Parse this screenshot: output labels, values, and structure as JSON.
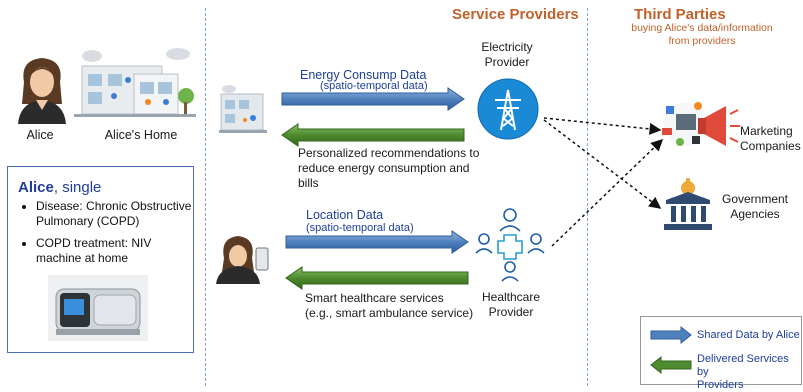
{
  "headers": {
    "service_providers": "Service Providers",
    "third_parties": "Third Parties",
    "third_parties_sub_1": "buying Alice's data/information",
    "third_parties_sub_2": "from providers"
  },
  "alice": {
    "name_label": "Alice",
    "home_label": "Alice's Home",
    "card_name": "Alice",
    "card_status": ", single",
    "bullets": [
      "Disease: Chronic Obstructive Pulmonary (COPD)",
      "COPD treatment: NIV machine at home"
    ]
  },
  "flows": {
    "energy_data": "Energy Consump Data",
    "energy_data_sub": "(spatio-temporal data)",
    "energy_service_1": "Personalized recommendations to",
    "energy_service_2": "reduce energy consumption and bills",
    "location_data": "Location Data",
    "location_data_sub": "(spatio-temporal data)",
    "health_service_1": "Smart healthcare services",
    "health_service_2": "(e.g., smart ambulance service)"
  },
  "providers": {
    "electricity_1": "Electricity",
    "electricity_2": "Provider",
    "healthcare_1": "Healthcare",
    "healthcare_2": "Provider"
  },
  "third_parties": {
    "marketing_1": "Marketing",
    "marketing_2": "Companies",
    "government_1": "Government",
    "government_2": "Agencies"
  },
  "legend": {
    "shared": "Shared Data by Alice",
    "delivered_1": "Delivered Services by",
    "delivered_2": "Providers"
  },
  "colors": {
    "blue_arrow": "#4f81bd",
    "green_arrow": "#4e8a2f",
    "header": "#c0612b",
    "text_blue": "#1f3f99"
  }
}
